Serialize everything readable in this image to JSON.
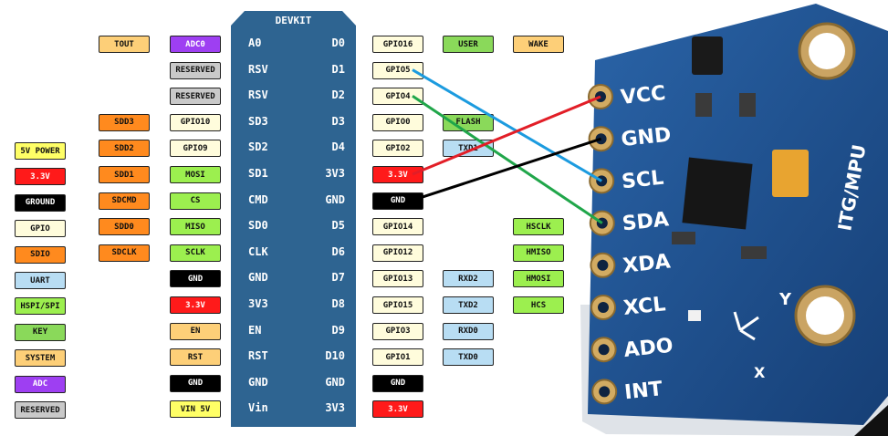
{
  "board_title": "DEVKIT",
  "colors": {
    "power": "#ffff66",
    "v33": "#ff1a1a",
    "ground": "#000000",
    "gpio": "#fffcdc",
    "sdio": "#ff8a1e",
    "uart": "#b8ddf3",
    "hspi": "#9cef4f",
    "key": "#8ad95a",
    "system": "#fdcf78",
    "adc": "#9e3ff2",
    "reserved": "#c9c9c9",
    "board": "#2e6491",
    "module": "#1f4e8c",
    "wire_blue": "#1c9bdf",
    "wire_green": "#20a64a",
    "wire_red": "#e21e27",
    "wire_black": "#000000"
  },
  "legend": [
    {
      "text": "5V POWER",
      "kind": "power"
    },
    {
      "text": "3.3V",
      "kind": "v33"
    },
    {
      "text": "GROUND",
      "kind": "ground"
    },
    {
      "text": "GPIO",
      "kind": "gpio"
    },
    {
      "text": "SDIO",
      "kind": "sdio"
    },
    {
      "text": "UART",
      "kind": "uart"
    },
    {
      "text": "HSPI/SPI",
      "kind": "hspi"
    },
    {
      "text": "KEY",
      "kind": "key"
    },
    {
      "text": "SYSTEM",
      "kind": "system"
    },
    {
      "text": "ADC",
      "kind": "adc"
    },
    {
      "text": "RESERVED",
      "kind": "reserved"
    }
  ],
  "left_pins": [
    {
      "pin": "A0",
      "labels": [
        {
          "text": "TOUT",
          "kind": "system"
        },
        {
          "text": "ADC0",
          "kind": "adc"
        }
      ]
    },
    {
      "pin": "RSV",
      "labels": [
        {
          "text": "RESERVED",
          "kind": "reserved"
        }
      ]
    },
    {
      "pin": "RSV",
      "labels": [
        {
          "text": "RESERVED",
          "kind": "reserved"
        }
      ]
    },
    {
      "pin": "SD3",
      "labels": [
        {
          "text": "SDD3",
          "kind": "sdio"
        },
        {
          "text": "GPIO10",
          "kind": "gpio"
        }
      ]
    },
    {
      "pin": "SD2",
      "labels": [
        {
          "text": "SDD2",
          "kind": "sdio"
        },
        {
          "text": "GPIO9",
          "kind": "gpio"
        }
      ]
    },
    {
      "pin": "SD1",
      "labels": [
        {
          "text": "SDD1",
          "kind": "sdio"
        },
        {
          "text": "MOSI",
          "kind": "hspi"
        }
      ]
    },
    {
      "pin": "CMD",
      "labels": [
        {
          "text": "SDCMD",
          "kind": "sdio"
        },
        {
          "text": "CS",
          "kind": "hspi"
        }
      ]
    },
    {
      "pin": "SD0",
      "labels": [
        {
          "text": "SDD0",
          "kind": "sdio"
        },
        {
          "text": "MISO",
          "kind": "hspi"
        }
      ]
    },
    {
      "pin": "CLK",
      "labels": [
        {
          "text": "SDCLK",
          "kind": "sdio"
        },
        {
          "text": "SCLK",
          "kind": "hspi"
        }
      ]
    },
    {
      "pin": "GND",
      "labels": [
        {
          "text": "GND",
          "kind": "ground"
        }
      ]
    },
    {
      "pin": "3V3",
      "labels": [
        {
          "text": "3.3V",
          "kind": "v33"
        }
      ]
    },
    {
      "pin": "EN",
      "labels": [
        {
          "text": "EN",
          "kind": "system"
        }
      ]
    },
    {
      "pin": "RST",
      "labels": [
        {
          "text": "RST",
          "kind": "system"
        }
      ]
    },
    {
      "pin": "GND",
      "labels": [
        {
          "text": "GND",
          "kind": "ground"
        }
      ]
    },
    {
      "pin": "Vin",
      "labels": [
        {
          "text": "VIN 5V",
          "kind": "power"
        }
      ]
    }
  ],
  "right_pins": [
    {
      "pin": "D0",
      "labels": [
        {
          "text": "GPIO16",
          "kind": "gpio"
        },
        {
          "text": "USER",
          "kind": "key"
        },
        {
          "text": "WAKE",
          "kind": "system"
        }
      ]
    },
    {
      "pin": "D1",
      "labels": [
        {
          "text": "GPIO5",
          "kind": "gpio"
        }
      ]
    },
    {
      "pin": "D2",
      "labels": [
        {
          "text": "GPIO4",
          "kind": "gpio"
        }
      ]
    },
    {
      "pin": "D3",
      "labels": [
        {
          "text": "GPIO0",
          "kind": "gpio"
        },
        {
          "text": "FLASH",
          "kind": "key"
        }
      ]
    },
    {
      "pin": "D4",
      "labels": [
        {
          "text": "GPIO2",
          "kind": "gpio"
        },
        {
          "text": "TXD1",
          "kind": "uart"
        }
      ]
    },
    {
      "pin": "3V3",
      "labels": [
        {
          "text": "3.3V",
          "kind": "v33"
        }
      ]
    },
    {
      "pin": "GND",
      "labels": [
        {
          "text": "GND",
          "kind": "ground"
        }
      ]
    },
    {
      "pin": "D5",
      "labels": [
        {
          "text": "GPIO14",
          "kind": "gpio"
        },
        {
          "text": "HSCLK",
          "kind": "hspi",
          "far": true
        }
      ]
    },
    {
      "pin": "D6",
      "labels": [
        {
          "text": "GPIO12",
          "kind": "gpio"
        },
        {
          "text": "HMISO",
          "kind": "hspi",
          "far": true
        }
      ]
    },
    {
      "pin": "D7",
      "labels": [
        {
          "text": "GPIO13",
          "kind": "gpio"
        },
        {
          "text": "RXD2",
          "kind": "uart"
        },
        {
          "text": "HMOSI",
          "kind": "hspi"
        }
      ]
    },
    {
      "pin": "D8",
      "labels": [
        {
          "text": "GPIO15",
          "kind": "gpio"
        },
        {
          "text": "TXD2",
          "kind": "uart"
        },
        {
          "text": "HCS",
          "kind": "hspi"
        }
      ]
    },
    {
      "pin": "D9",
      "labels": [
        {
          "text": "GPIO3",
          "kind": "gpio"
        },
        {
          "text": "RXD0",
          "kind": "uart"
        }
      ]
    },
    {
      "pin": "D10",
      "labels": [
        {
          "text": "GPIO1",
          "kind": "gpio"
        },
        {
          "text": "TXD0",
          "kind": "uart"
        }
      ]
    },
    {
      "pin": "GND",
      "labels": [
        {
          "text": "GND",
          "kind": "ground"
        }
      ]
    },
    {
      "pin": "3V3",
      "labels": [
        {
          "text": "3.3V",
          "kind": "v33"
        }
      ]
    }
  ],
  "sensor_pins": [
    "VCC",
    "GND",
    "SCL",
    "SDA",
    "XDA",
    "XCL",
    "ADO",
    "INT"
  ],
  "sensor_text": "ITG/MPU",
  "axis_labels": [
    "Y",
    "X"
  ],
  "wires": [
    {
      "from_right_pin": 1,
      "to_sensor_pin": 2,
      "color": "wire_blue"
    },
    {
      "from_right_pin": 2,
      "to_sensor_pin": 3,
      "color": "wire_green"
    },
    {
      "from_right_pin": 5,
      "to_sensor_pin": 0,
      "color": "wire_red"
    },
    {
      "from_right_pin": 6,
      "to_sensor_pin": 1,
      "color": "wire_black"
    }
  ]
}
